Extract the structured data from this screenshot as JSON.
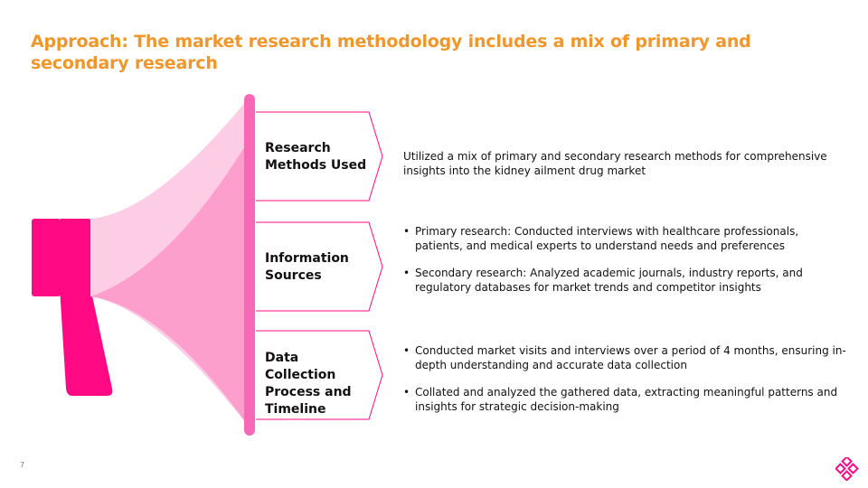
{
  "slide": {
    "title": "Approach: The market research methodology includes a mix of primary and secondary research",
    "page_number": "7"
  },
  "rows": [
    {
      "label": "Research Methods Used",
      "text": "Utilized a mix of primary and secondary research methods for comprehensive insights into the kidney ailment drug market"
    },
    {
      "label": "Information Sources",
      "bullets": [
        "Primary research: Conducted interviews with healthcare professionals, patients, and medical experts to understand needs and preferences",
        "Secondary research: Analyzed academic journals, industry reports, and regulatory databases for market trends and competitor insights"
      ]
    },
    {
      "label": "Data Collection Process and Timeline",
      "bullets": [
        "Conducted market visits and interviews over a period of 4 months, ensuring in-depth understanding and accurate data collection",
        "Collated and analyzed the gathered data, extracting meaningful patterns and insights for strategic decision-making"
      ]
    }
  ],
  "colors": {
    "accent": "#f0962a",
    "magenta": "#ff0a84",
    "pink_light": "#fccde4",
    "pink_mid": "#fd9fcd",
    "pink_bar": "#f768b6"
  },
  "icons": {
    "logo": "diamond-cluster-logo-icon",
    "megaphone": "megaphone-icon"
  }
}
